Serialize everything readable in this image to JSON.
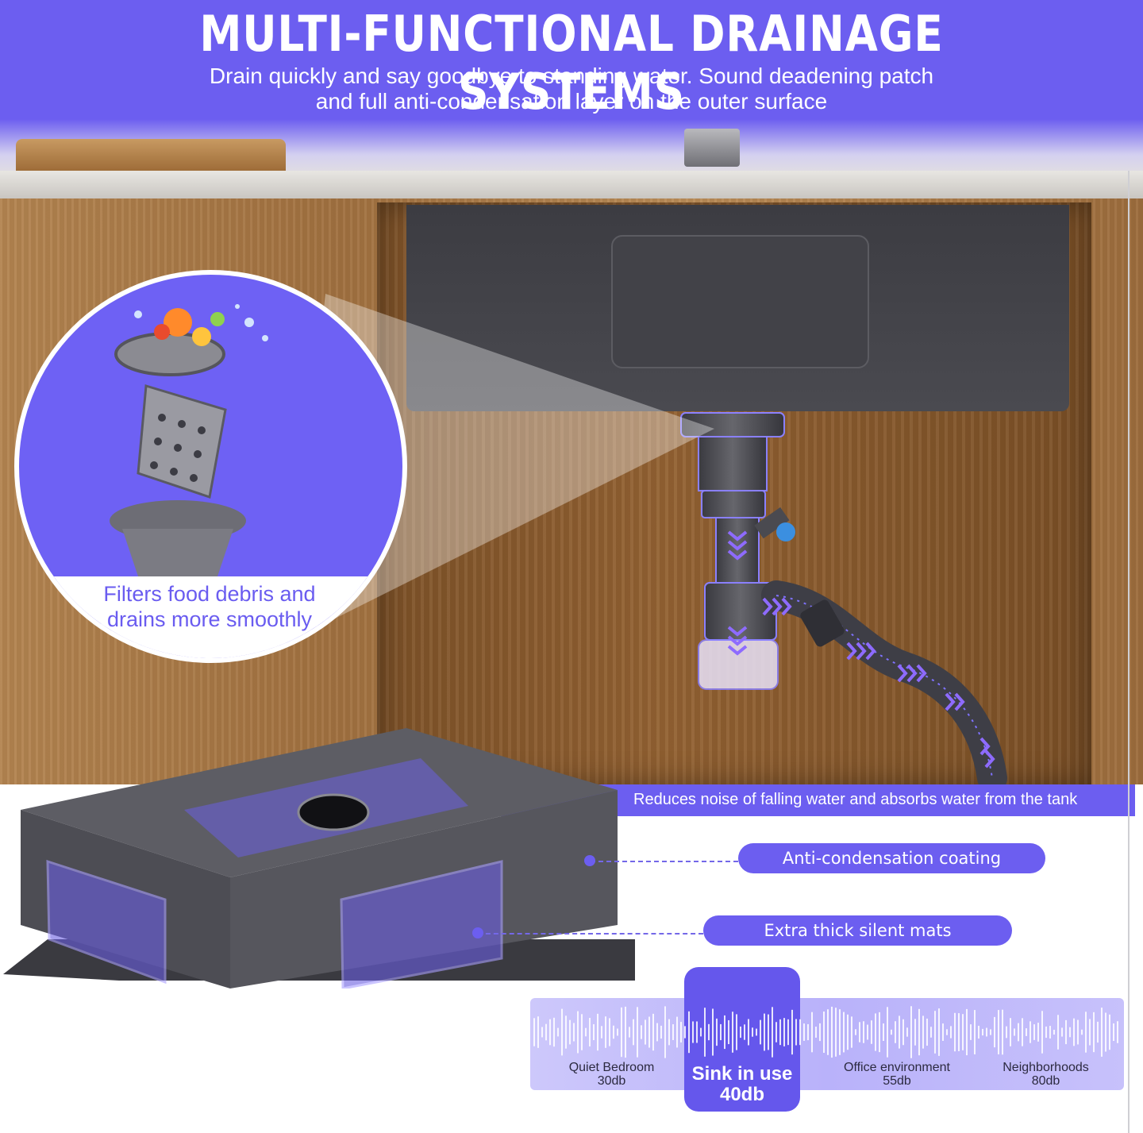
{
  "header": {
    "title": "MULTI-FUNCTIONAL DRAINAGE SYSTEMS",
    "subtitle_line1": "Drain quickly and say goodbye to standing water. Sound deadening patch",
    "subtitle_line2": "and full anti-condensation layer on the outer surface"
  },
  "zoom": {
    "caption_line1": "Filters food debris and",
    "caption_line2": "drains more smoothly"
  },
  "features": {
    "noise_text": "Reduces noise of falling water and absorbs water from the tank",
    "coating_label": "Anti-condensation coating",
    "mats_label": "Extra thick silent mats"
  },
  "decibel_scale": {
    "items": [
      {
        "name": "Quiet Bedroom",
        "level": "30db"
      },
      {
        "name": "Sink in use",
        "level": "40db"
      },
      {
        "name": "Office environment",
        "level": "55db"
      },
      {
        "name": "Neighborhoods",
        "level": "80db"
      }
    ]
  },
  "colors": {
    "accent": "#6c5ef0",
    "accent_dark": "#6557ec",
    "wood": "#a0703f",
    "sink_gray": "#4a4a50"
  },
  "icons": [
    "arrow-chevron-icon",
    "strainer-basket-icon"
  ]
}
